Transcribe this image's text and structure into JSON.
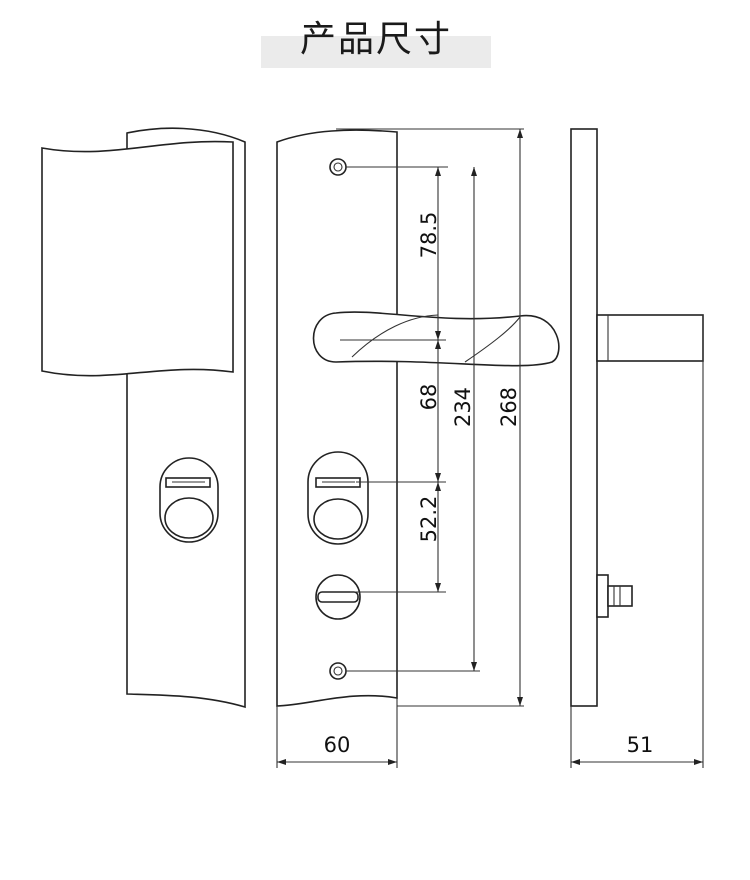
{
  "title": "产品尺寸",
  "dimensions": {
    "spindle_to_top_hole": "78.5",
    "handle_to_cylinder": "68",
    "hole_spacing": "234",
    "total_height": "268",
    "cylinder_to_knob": "52.2",
    "plate_width": "60",
    "depth": "51"
  }
}
